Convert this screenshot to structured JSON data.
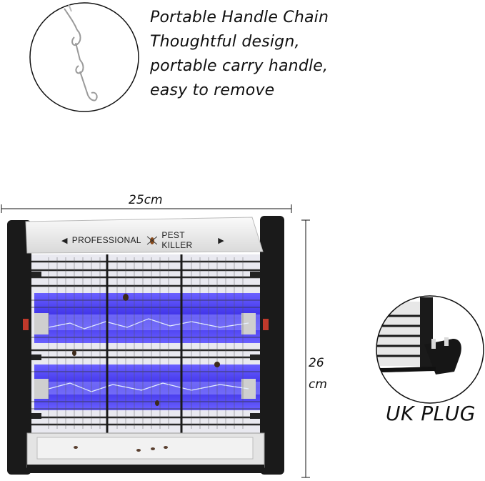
{
  "caption": {
    "line1": "Portable Handle Chain",
    "line2": "Thoughtful design,",
    "line3": "portable carry handle,",
    "line4": "easy to remove"
  },
  "dimensions": {
    "width_label": "25cm",
    "height_value": "26",
    "height_unit": "cm"
  },
  "product": {
    "brand_left": "PROFESSIONAL",
    "brand_right": "PEST KILLER",
    "light_color": "#4a3cff",
    "frame_color": "#1a1a1a"
  },
  "plug": {
    "label": "UK PLUG"
  }
}
